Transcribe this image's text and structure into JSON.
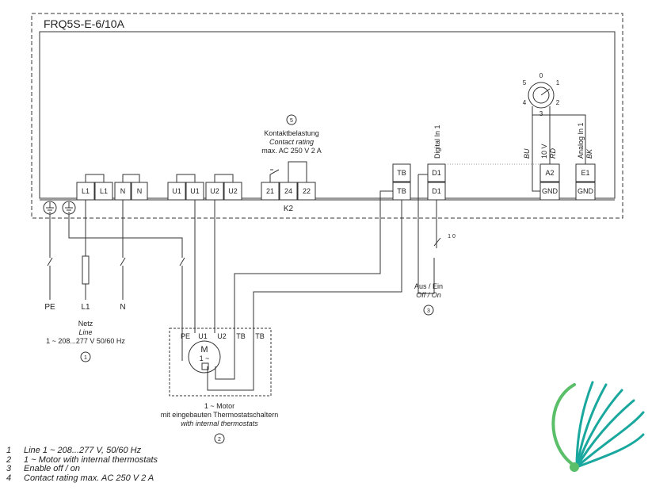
{
  "title": "FRQ5S-E-6/10A",
  "terminals": {
    "l1a": "L1",
    "l1b": "L1",
    "na": "N",
    "nb": "N",
    "u1a": "U1",
    "u1b": "U1",
    "u2a": "U2",
    "u2b": "U2",
    "k21": "21",
    "k24": "24",
    "k22": "22",
    "tb1": "TB",
    "tb2": "TB",
    "d1a": "D1",
    "d1b": "D1",
    "a2": "A2",
    "gnd1": "GND",
    "e1": "E1",
    "gnd2": "GND"
  },
  "relay": {
    "num": "5",
    "label1": "Kontaktbelastung",
    "label2": "Contact rating",
    "label3": "max. AC 250 V 2 A",
    "name": "K2"
  },
  "vertical_labels": {
    "digital_in": "Digital In 1",
    "v10": "10 V",
    "rd": "RD",
    "bu": "BU",
    "analog_in": "Analog In 1",
    "bk": "BK"
  },
  "pot": {
    "p0": "0",
    "p1": "1",
    "p2": "2",
    "p3": "3",
    "p4": "4",
    "p5": "5"
  },
  "supply": {
    "pe": "PE",
    "l1": "L1",
    "n": "N",
    "netz": "Netz",
    "line": "Line",
    "range": "1 ~ 208...277 V 50/60 Hz",
    "num": "1"
  },
  "motor": {
    "pe": "PE",
    "u1": "U1",
    "u2": "U2",
    "tb1": "TB",
    "tb2": "TB",
    "m": "M",
    "phase": "1 ~",
    "label1": "1 ~ Motor",
    "label2": "mit eingebauten Thermostatschaltern",
    "label3": "with internal thermostats",
    "num": "2"
  },
  "switch": {
    "contacts": "1 0",
    "label1": "Aus / Ein",
    "label2": "Off / On",
    "num": "3"
  },
  "legend": [
    {
      "num": "1",
      "text": "Line 1 ~ 208...277 V, 50/60 Hz"
    },
    {
      "num": "2",
      "text": "1 ~ Motor with internal thermostats"
    },
    {
      "num": "3",
      "text": "Enable off / on"
    },
    {
      "num": "4",
      "text": "Contact rating max. AC 250 V 2 A"
    }
  ],
  "colors": {
    "line": "#333333",
    "logo_teal": "#1aa89e",
    "logo_green": "#5bbf6a"
  }
}
